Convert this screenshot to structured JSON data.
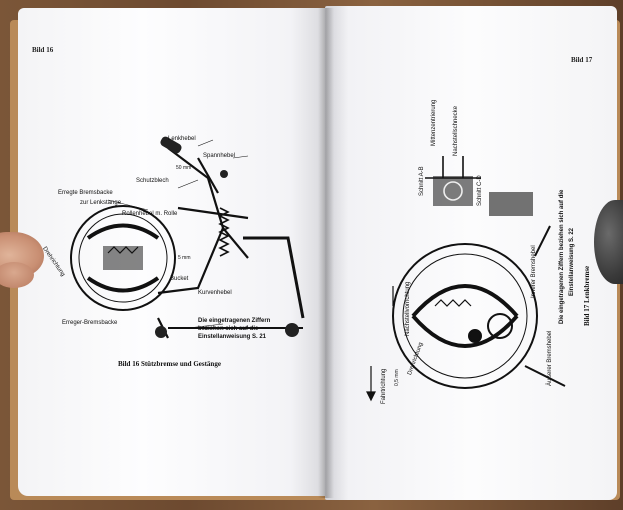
{
  "left_page": {
    "header": "Bild 16",
    "labels": {
      "lenkhebel": "Lenkhebel",
      "spannhebel": "Spannhebel",
      "schutzblech": "Schutzblech",
      "erregte_bremsbacke": "Erregte Bremsbacke",
      "zur_lenkstange": "zur Lenkstange",
      "rollenhebel": "Rollenhebel m. Rolle",
      "drehrichtung": "Drehrichtung",
      "bucket": "Bucket",
      "kurvenhebel": "Kurvenhebel",
      "erreger_bremsbacke": "Erreger-Bremsbacke",
      "mm": "50 mm",
      "mm2": "5 mm"
    },
    "note": [
      "Die eingetragenen Ziffern",
      "beziehen sich auf die",
      "Einstellanweisung S. 21"
    ],
    "caption": "Bild 16   Stützbremse und Gestänge"
  },
  "right_page": {
    "header": "Bild 17",
    "labels": {
      "mittenzentrierung": "Mittenzentrierung",
      "nachstellschnecke": "Nachstellschnecke",
      "schnitt_ab": "Schnitt A-B",
      "schnitt_cd": "Schnitt C-D",
      "innerer_bremshebel": "Innerer Bremshebel",
      "nachstellvorrichtung": "Nachstellvorrichtung",
      "drehrichtung": "Drehrichtung",
      "fahrtrichtung": "Fahrtrichtung",
      "mm": "0,5 mm",
      "aeusserer_bremshebel": "Äußerer Bremshebel"
    },
    "note": [
      "Die eingetragenen Ziffern beziehen sich auf die",
      "Einstellanweisung S. 22"
    ],
    "caption": "Bild 17   Lenkbremse"
  },
  "colors": {
    "page": "#fbfbfc",
    "ink": "#111111",
    "table": "#6b4a32",
    "cover": "#b98a58"
  }
}
